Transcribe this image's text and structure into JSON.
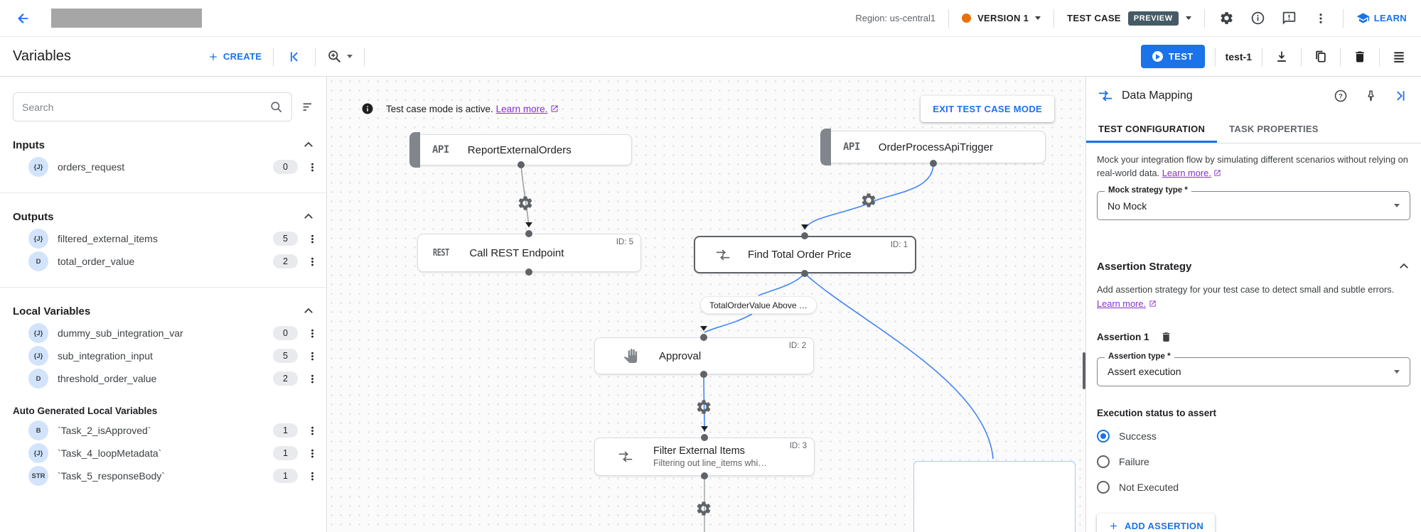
{
  "topbar": {
    "region": "Region: us-central1",
    "version": "VERSION 1",
    "test_case": "TEST CASE",
    "preview": "PREVIEW",
    "learn": "LEARN"
  },
  "toolbar": {
    "title": "Variables",
    "create": "CREATE",
    "test": "TEST",
    "test_case_name": "test-1"
  },
  "sidebar": {
    "search_placeholder": "Search",
    "inputs": {
      "title": "Inputs",
      "items": [
        {
          "type": "{J}",
          "name": "orders_request",
          "count": "0"
        }
      ]
    },
    "outputs": {
      "title": "Outputs",
      "items": [
        {
          "type": "{J}",
          "name": "filtered_external_items",
          "count": "5"
        },
        {
          "type": "D",
          "name": "total_order_value",
          "count": "2"
        }
      ]
    },
    "locals": {
      "title": "Local Variables",
      "items": [
        {
          "type": "{J}",
          "name": "dummy_sub_integration_var",
          "count": "0"
        },
        {
          "type": "{J}",
          "name": "sub_integration_input",
          "count": "5"
        },
        {
          "type": "D",
          "name": "threshold_order_value",
          "count": "2"
        }
      ]
    },
    "auto": {
      "title": "Auto Generated Local Variables",
      "items": [
        {
          "type": "B",
          "name": "`Task_2_isApproved`",
          "count": "1"
        },
        {
          "type": "{J}",
          "name": "`Task_4_loopMetadata`",
          "count": "1"
        },
        {
          "type": "STR",
          "name": "`Task_5_responseBody`",
          "count": "1"
        }
      ]
    }
  },
  "canvas": {
    "banner": {
      "text": "Test case mode is active.",
      "link": "Learn more.",
      "exit": "EXIT TEST CASE MODE"
    },
    "nodes": {
      "report": {
        "badge": "API",
        "title": "ReportExternalOrders"
      },
      "trigger": {
        "badge": "API",
        "title": "OrderProcessApiTrigger"
      },
      "rest": {
        "badge": "REST",
        "title": "Call REST Endpoint",
        "id": "ID: 5"
      },
      "find_total": {
        "title": "Find Total Order Price",
        "id": "ID: 1"
      },
      "approval": {
        "title": "Approval",
        "id": "ID: 2"
      },
      "filter": {
        "title": "Filter External Items",
        "subtitle": "Filtering out line_items whi…",
        "id": "ID: 3"
      }
    },
    "edge_label": "TotalOrderValue Above …"
  },
  "panel": {
    "title": "Data Mapping",
    "tabs": {
      "config": "TEST CONFIGURATION",
      "props": "TASK PROPERTIES"
    },
    "mock": {
      "description": "Mock your integration flow by simulating different scenarios without relying on real-world data.",
      "learn": "Learn more.",
      "label": "Mock strategy type *",
      "value": "No Mock"
    },
    "assertion": {
      "title": "Assertion Strategy",
      "description": "Add assertion strategy for your test case to detect small and subtle errors.",
      "learn": "Learn more.",
      "item_title": "Assertion 1",
      "type_label": "Assertion type *",
      "type_value": "Assert execution",
      "status_label": "Execution status to assert",
      "options": [
        {
          "label": "Success",
          "selected": true
        },
        {
          "label": "Failure",
          "selected": false
        },
        {
          "label": "Not Executed",
          "selected": false
        }
      ],
      "add": "ADD ASSERTION"
    }
  },
  "colors": {
    "accent": "#1a73e8",
    "version_dot": "#e8710a",
    "visited_link": "#8430ce",
    "preview_badge_bg": "#455a64",
    "selected_edge": "#4285f4"
  }
}
